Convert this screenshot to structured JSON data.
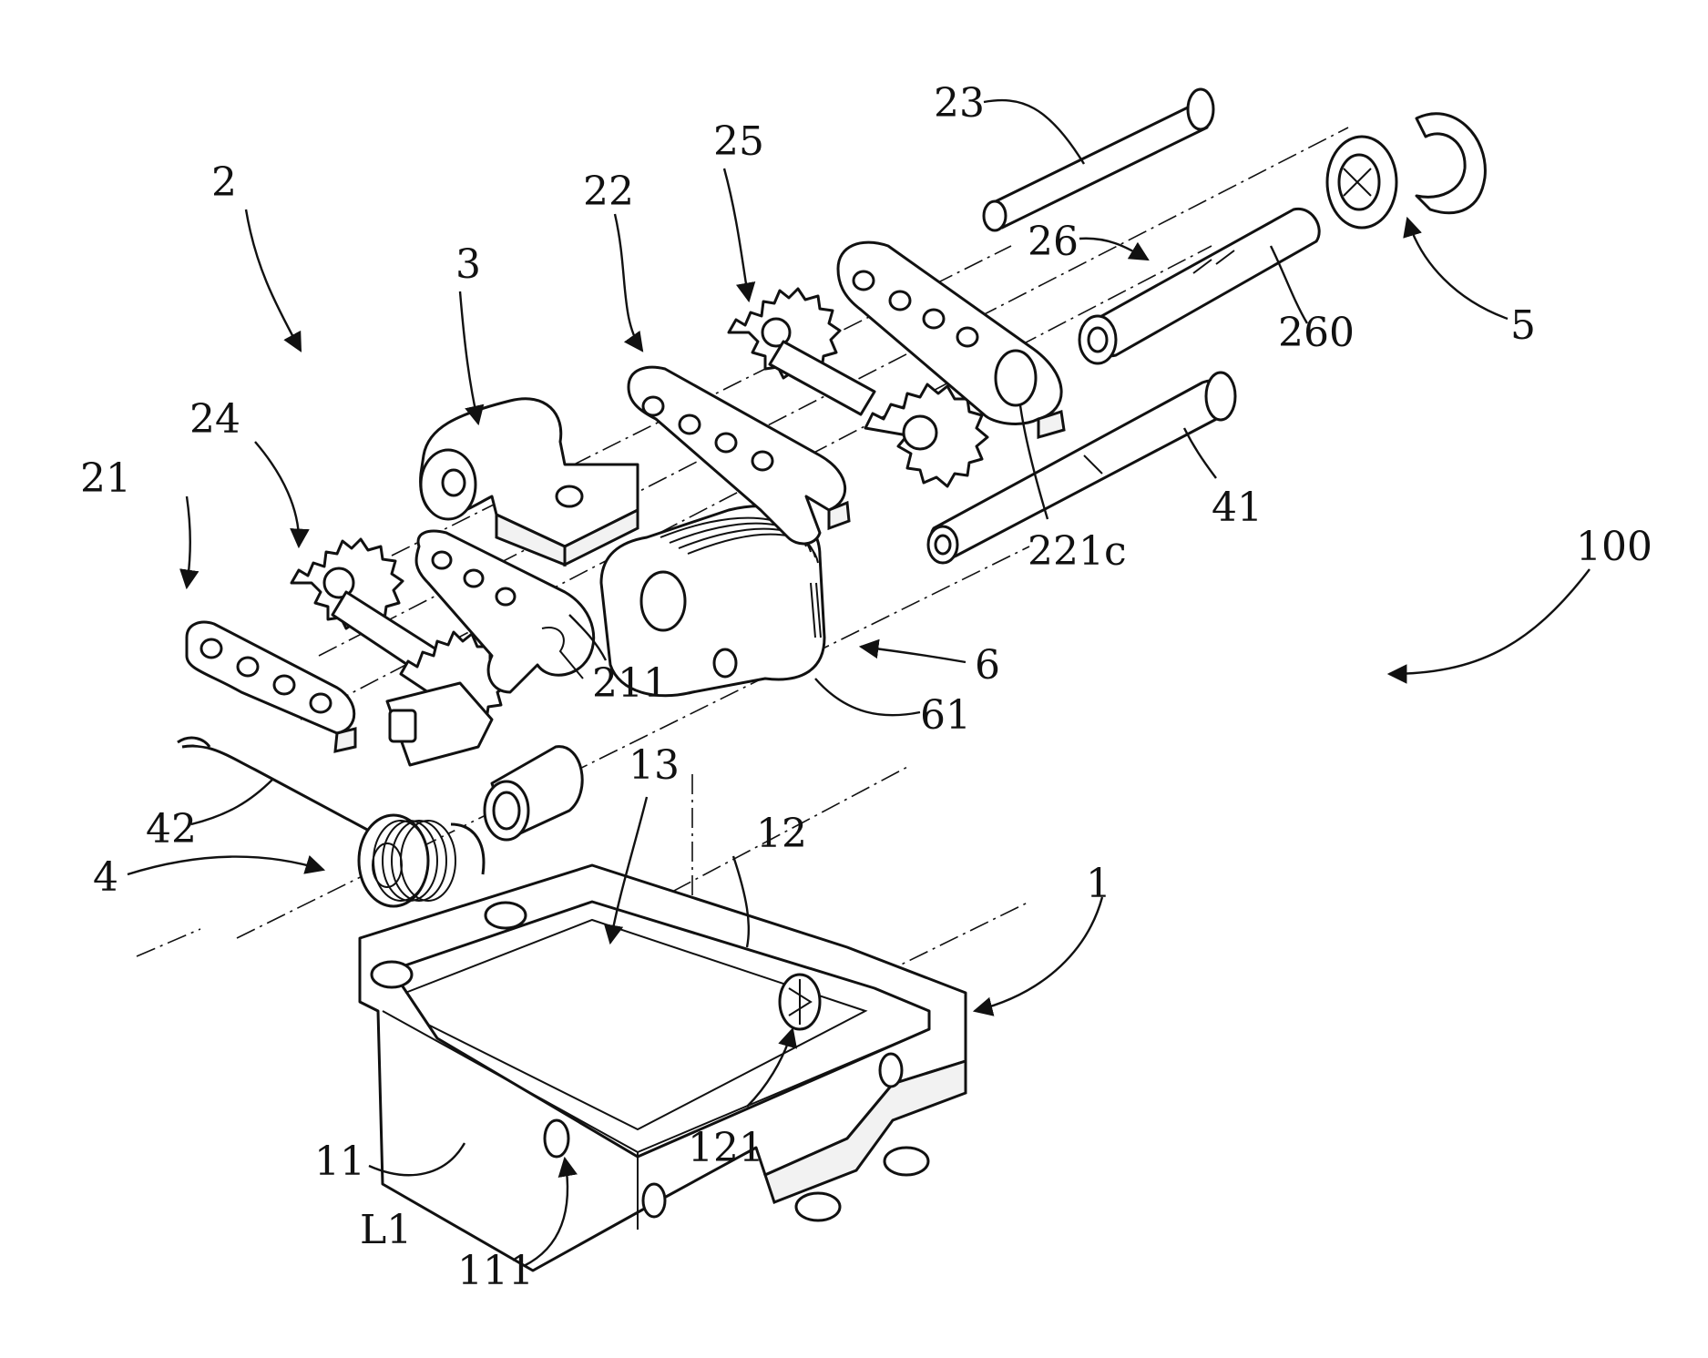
{
  "figure": {
    "labels": {
      "assembly": "100",
      "hinge_unit": "2",
      "plate_21": "21",
      "plate_22": "22",
      "pin_23": "23",
      "gear_24": "24",
      "gear_25": "25",
      "shaft_26": "26",
      "shaft_260": "260",
      "slot_211": "211",
      "hole_221c": "221c",
      "bracket": "3",
      "spring_assembly": "4",
      "shaft_41": "41",
      "spring_42": "42",
      "retainer": "5",
      "friction_unit": "6",
      "washers_61": "61",
      "base": "1",
      "side_wall_11": "11",
      "side_wall_12": "12",
      "cavity_13": "13",
      "hole_111": "111",
      "hole_121": "121",
      "axis_L1": "L1"
    },
    "icons": {
      "arrow": "curved-arrow-icon",
      "gear": "gear-icon"
    }
  }
}
